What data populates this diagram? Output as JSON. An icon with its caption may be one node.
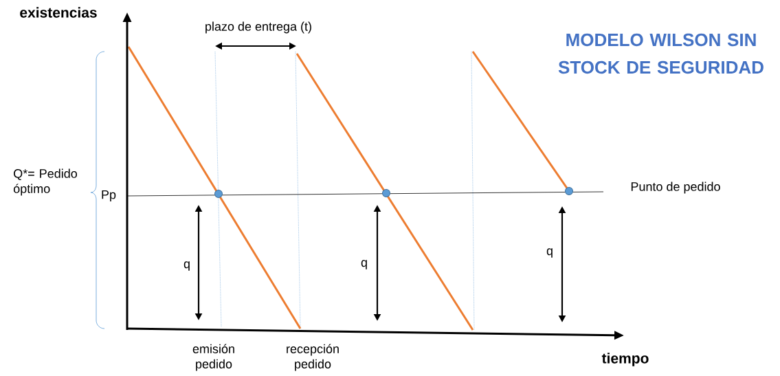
{
  "diagram": {
    "title": "MODELO WILSON SIN STOCK DE SEGURIDAD",
    "labels": [
      "existencias",
      "plazo de entrega (t)",
      "Q*= Pedido óptimo",
      "Pp",
      "Punto de pedido",
      "q",
      "q",
      "q",
      "emisión pedido",
      "recepción pedido",
      "tiempo"
    ]
  }
}
